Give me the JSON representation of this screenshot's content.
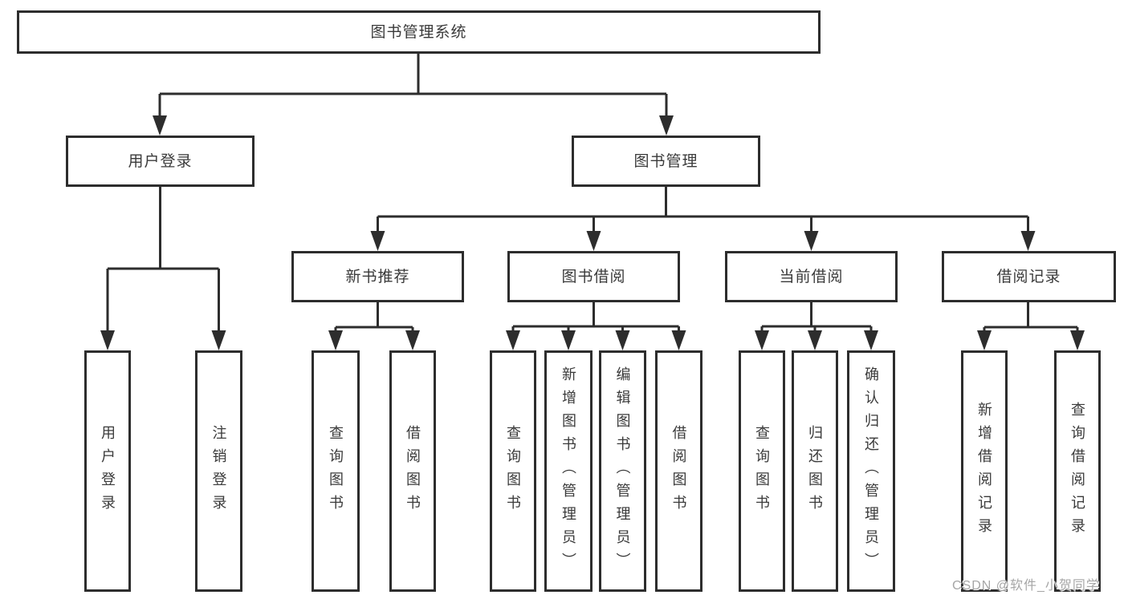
{
  "nodes": {
    "root": {
      "label": "图书管理系统"
    },
    "user_login": {
      "label": "用户登录"
    },
    "book_mgmt": {
      "label": "图书管理"
    },
    "new_books": {
      "label": "新书推荐"
    },
    "book_borrow": {
      "label": "图书借阅"
    },
    "current_borrow": {
      "label": "当前借阅"
    },
    "borrow_records": {
      "label": "借阅记录"
    },
    "leaves": [
      "用户登录",
      "注销登录",
      "查询图书",
      "借阅图书",
      "查询图书",
      "新增图书（管理员）",
      "编辑图书（管理员）",
      "借阅图书",
      "查询图书",
      "归还图书",
      "确认归还（管理员）",
      "新增借阅记录",
      "查询借阅记录"
    ]
  },
  "watermark": "CSDN @软件_小贺同学",
  "colors": {
    "line": "#2d2d2d",
    "text": "#3a3a3a",
    "background": "#ffffff",
    "watermark": "#a6a6a6"
  }
}
